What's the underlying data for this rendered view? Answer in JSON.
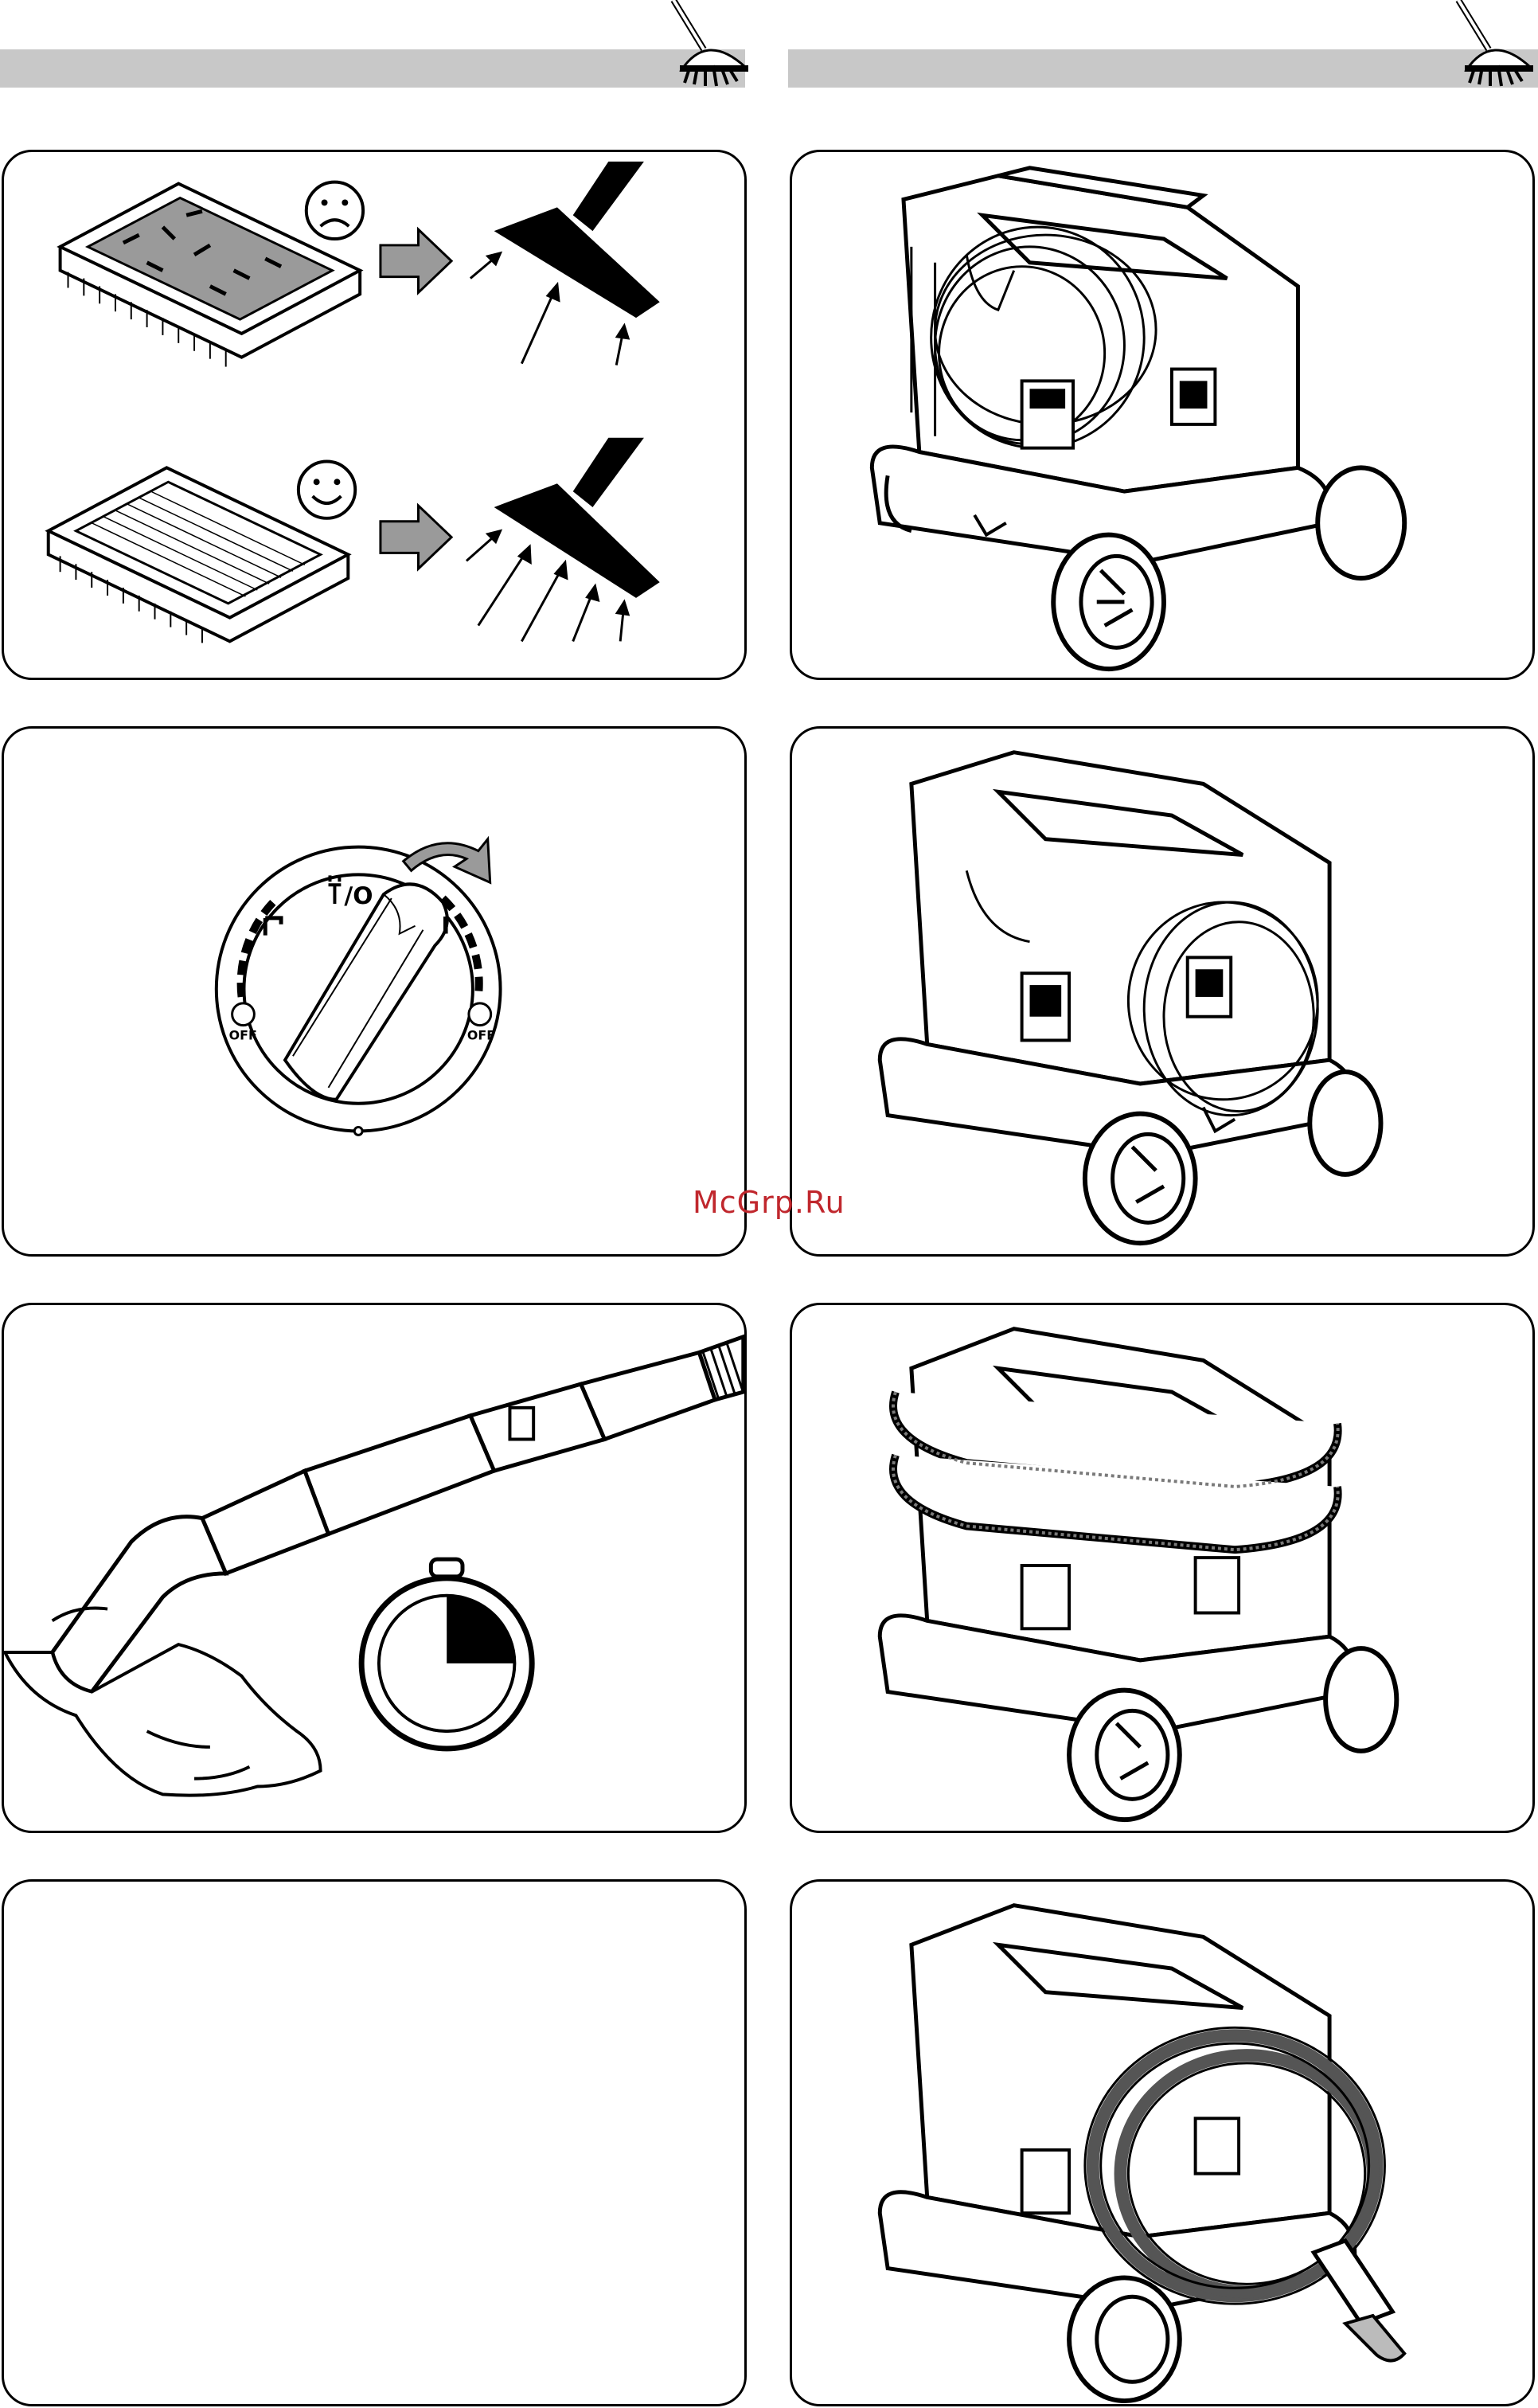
{
  "watermark": {
    "text": "McGrp.Ru",
    "color": "#c0272d"
  },
  "header": {
    "bar_color": "#c8c8c8",
    "icon": "vacuum-nozzle-icon"
  },
  "panels": {
    "filter": {
      "icon_sad": "sad-face-icon",
      "icon_happy": "happy-face-icon"
    },
    "switch": {
      "label_top": "/O",
      "label_on": "I",
      "label_off_left": "OFF",
      "label_off_right": "OFF"
    },
    "timer": {
      "icon": "stopwatch-icon"
    }
  }
}
